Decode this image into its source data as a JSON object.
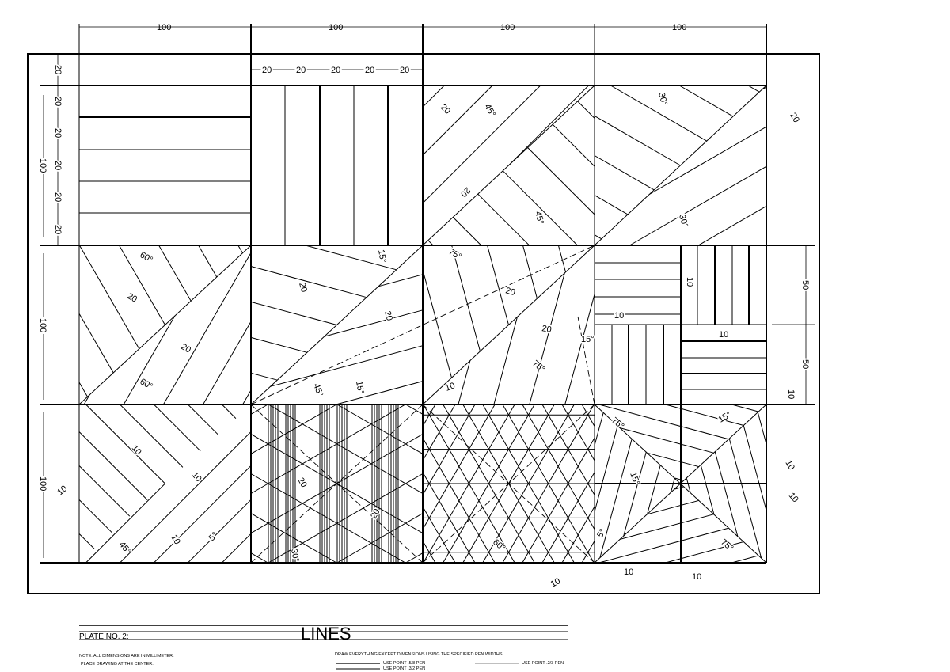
{
  "title_block": {
    "plate": "PLATE NO. 2:",
    "title": "LINES",
    "note_1": "NOTE: ALL DIMENSIONS ARE IN MILLIMETER.",
    "note_2": "PLACE DRAWING AT THE CENTER.",
    "pen_instruction": "DRAW EVERYTHING EXCEPT DIMENSIONS USING THE SPECIFIED PEN WIDTHS",
    "pen_1": "USE POINT .5/8 PEN",
    "pen_2": "USE POINT .3/2 PEN",
    "pen_3": "USE POINT .2/3 PEN"
  },
  "dimensions": {
    "top": [
      "100",
      "100",
      "100",
      "100"
    ],
    "header_row": [
      "20",
      "20",
      "20",
      "20",
      "20"
    ],
    "left_small": [
      "20",
      "20",
      "20",
      "20",
      "20",
      "20"
    ],
    "left_rows": [
      "100",
      "100",
      "100"
    ],
    "right": [
      "20",
      "50",
      "50",
      "10",
      "10",
      "10"
    ]
  },
  "annotations": {
    "r0c2": [
      "20",
      "45°",
      "20",
      "45°"
    ],
    "r0c3": [
      "30°",
      "30°"
    ],
    "r1c0": [
      "60°",
      "20",
      "20",
      "60°"
    ],
    "r1c1": [
      "15°",
      "20",
      "20",
      "45°",
      "15°"
    ],
    "r1c2": [
      "75°",
      "20",
      "20",
      "15°",
      "10",
      "75°"
    ],
    "r1c3": [
      "10",
      "10",
      "10"
    ],
    "r2c0": [
      "10",
      "10",
      "10",
      "45°",
      "10",
      "5°"
    ],
    "r2c1": [
      "20",
      "20",
      "30°"
    ],
    "r2c2": [
      "60°",
      "10"
    ],
    "r2c3": [
      "75°",
      "15°",
      "15°",
      "5°",
      "75°",
      "10",
      "10"
    ]
  }
}
